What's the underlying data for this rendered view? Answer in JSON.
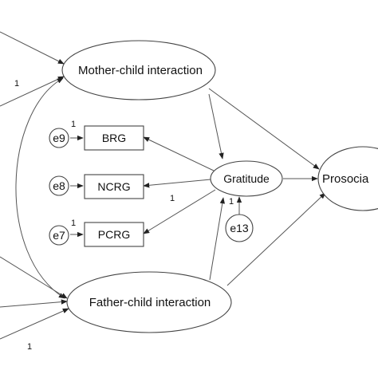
{
  "latent": {
    "mother": "Mother-child interaction",
    "father": "Father-child interaction",
    "gratitude": "Gratitude",
    "prosocial": "Prosocia"
  },
  "indicators": {
    "brg": "BRG",
    "ncrg": "NCRG",
    "pcrg": "PCRG"
  },
  "errors": {
    "e9": "e9",
    "e8": "e8",
    "e7": "e7",
    "e13": "e13"
  },
  "path_labels": {
    "mother_fix": "1",
    "e9_fix": "1",
    "pcrg_fix": "1",
    "e7_fix": "1",
    "e13_fix": "1",
    "father_fix": "1"
  },
  "colors": {
    "stroke": "#444444",
    "background": "#ffffff"
  }
}
